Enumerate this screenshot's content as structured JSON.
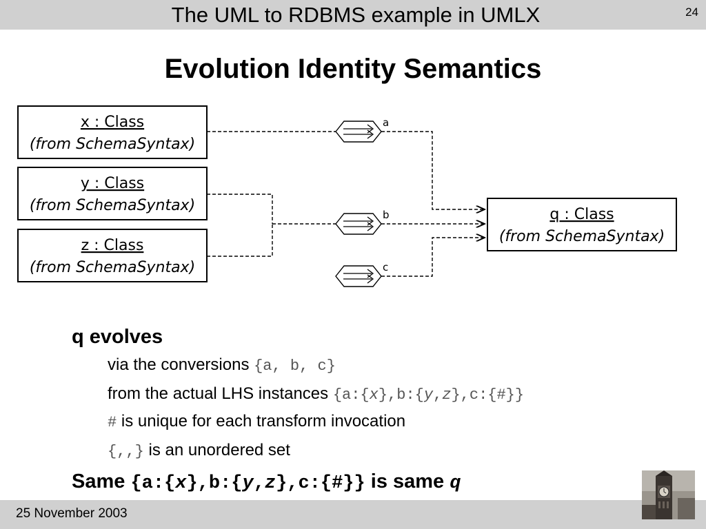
{
  "header": {
    "title": "The UML to RDBMS example in UMLX",
    "page_number": "24"
  },
  "slide": {
    "title": "Evolution Identity Semantics"
  },
  "diagram": {
    "classes": [
      {
        "name": "x : Class",
        "from": "(from SchemaSyntax)"
      },
      {
        "name": "y : Class",
        "from": "(from SchemaSyntax)"
      },
      {
        "name": "z : Class",
        "from": "(from SchemaSyntax)"
      },
      {
        "name": "q : Class",
        "from": "(from SchemaSyntax)"
      }
    ],
    "conversions": [
      "a",
      "b",
      "c"
    ]
  },
  "body": {
    "heading": "q evolves",
    "l1_text": "via the conversions ",
    "l1_code": "{a, b, c}",
    "l2_text": "from the actual LHS instances ",
    "l2_c1": "{a:{",
    "l2_c2": "x",
    "l2_c3": "},b:{",
    "l2_c4": "y",
    "l2_c5": ",",
    "l2_c6": "z",
    "l2_c7": "},c:{#}}",
    "l3_code": "#",
    "l3_text": " is unique for each transform invocation",
    "l4_code": "{,,}",
    "l4_text": " is an unordered set",
    "same_t1": "Same ",
    "same_c1": "{a:{",
    "same_c2": "x",
    "same_c3": "},b:{",
    "same_c4": "y",
    "same_c5": ",",
    "same_c6": "z",
    "same_c7": "},c:{#}}",
    "same_t2": " is same ",
    "same_q": "q"
  },
  "footer": {
    "date": "25 November 2003"
  },
  "photo": {
    "icon": "big-ben-photo"
  }
}
